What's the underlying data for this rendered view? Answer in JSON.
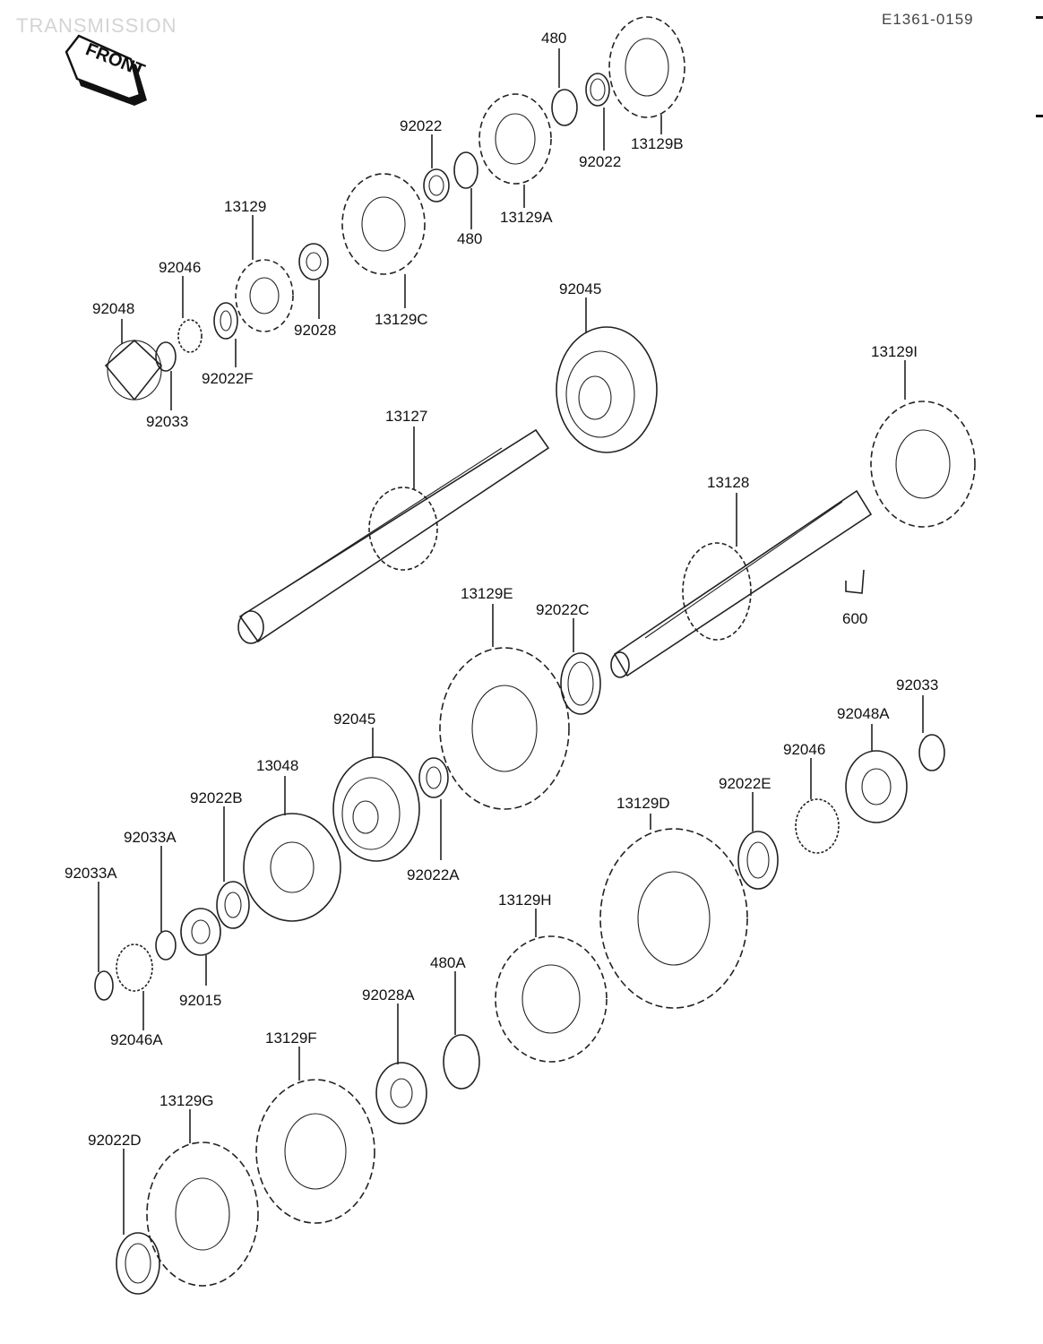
{
  "header": {
    "section_title": "TRANSMISSION",
    "diagram_code": "E1361-0159",
    "front_label": "FRONT"
  },
  "callouts": [
    {
      "id": "c1",
      "text": "480"
    },
    {
      "id": "c2",
      "text": "92022"
    },
    {
      "id": "c3",
      "text": "13129B"
    },
    {
      "id": "c4",
      "text": "92022"
    },
    {
      "id": "c5",
      "text": "13129A"
    },
    {
      "id": "c6",
      "text": "480"
    },
    {
      "id": "c7",
      "text": "13129"
    },
    {
      "id": "c8",
      "text": "92046"
    },
    {
      "id": "c9",
      "text": "92048"
    },
    {
      "id": "c10",
      "text": "92028"
    },
    {
      "id": "c11",
      "text": "13129C"
    },
    {
      "id": "c12",
      "text": "92022F"
    },
    {
      "id": "c13",
      "text": "92033"
    },
    {
      "id": "c14",
      "text": "92045"
    },
    {
      "id": "c15",
      "text": "13129I"
    },
    {
      "id": "c16",
      "text": "13127"
    },
    {
      "id": "c17",
      "text": "13128"
    },
    {
      "id": "c18",
      "text": "600"
    },
    {
      "id": "c19",
      "text": "13129E"
    },
    {
      "id": "c20",
      "text": "92022C"
    },
    {
      "id": "c21",
      "text": "92033"
    },
    {
      "id": "c22",
      "text": "92048A"
    },
    {
      "id": "c23",
      "text": "92045"
    },
    {
      "id": "c24",
      "text": "13048"
    },
    {
      "id": "c25",
      "text": "92046"
    },
    {
      "id": "c26",
      "text": "92022E"
    },
    {
      "id": "c27",
      "text": "92022B"
    },
    {
      "id": "c28",
      "text": "13129D"
    },
    {
      "id": "c29",
      "text": "92033A"
    },
    {
      "id": "c30",
      "text": "92022A"
    },
    {
      "id": "c31",
      "text": "92033A"
    },
    {
      "id": "c32",
      "text": "13129H"
    },
    {
      "id": "c33",
      "text": "480A"
    },
    {
      "id": "c34",
      "text": "92015"
    },
    {
      "id": "c35",
      "text": "92028A"
    },
    {
      "id": "c36",
      "text": "92046A"
    },
    {
      "id": "c37",
      "text": "13129F"
    },
    {
      "id": "c38",
      "text": "13129G"
    },
    {
      "id": "c39",
      "text": "92022D"
    }
  ]
}
